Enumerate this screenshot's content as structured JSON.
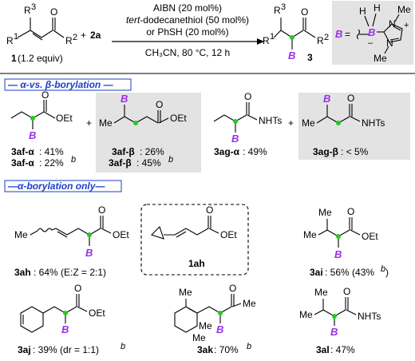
{
  "colors": {
    "boron": "#9b30e8",
    "radical_dot": "#22cc22",
    "section_header": "#1a3fc8",
    "highlight_box": "#e3e3e3"
  },
  "reaction": {
    "r3": "R",
    "r3_sup": "3",
    "r1": "R",
    "r1_sup": "1",
    "r2": "R",
    "r2_sup": "2",
    "plus": "+",
    "reagent": "2a",
    "compound_num": "1",
    "equiv": "(1.2 equiv)",
    "cond1": "AIBN (20 mol%)",
    "cond2_italic": "tert",
    "cond2_rest": "-dodecanethiol (50 mol%)",
    "cond3": "or PhSH (20 mol%)",
    "cond4": "CH₃CN, 80 °C, 12 h",
    "product_num": "3",
    "b_label": "B",
    "b_def": "B",
    "equals": "=",
    "nhc_h1": "H",
    "nhc_h2": "H",
    "nhc_bh": "B",
    "nhc_minus": "–",
    "nhc_me1": "Me",
    "nhc_me2": "Me",
    "nhc_n1": "N",
    "nhc_n2": "N",
    "nhc_plus": "+"
  },
  "sections": {
    "alpha_vs_beta": "— α-vs. β-borylation —",
    "alpha_only": "—α-borylation only—"
  },
  "compounds": {
    "af_alpha_1": "3af-α",
    "af_alpha_1_val": ": 41%",
    "af_alpha_2": "3af-α",
    "af_alpha_2_val": ": 22%",
    "af_beta_1": "3af-β",
    "af_beta_1_val": ": 26%",
    "af_beta_2": "3af-β",
    "af_beta_2_val": ": 45%",
    "ag_alpha": "3ag-α",
    "ag_alpha_val": ": 49%",
    "ag_beta": "3ag-β",
    "ag_beta_val": ": < 5%",
    "ah": "3ah",
    "ah_val": ": 64% (E:Z = 2:1)",
    "one_ah": "1ah",
    "ai": "3ai",
    "ai_val": ": 56% (43%",
    "aj": "3aj",
    "aj_val": ": 39% (dr = 1:1)",
    "ak": "3ak",
    "ak_val": ": 70%",
    "al": "3al",
    "al_val": ": 47%",
    "sup_b": "b",
    "close_paren": ")"
  },
  "groups": {
    "oet": "OEt",
    "nhts": "NHTs",
    "me": "Me",
    "o": "O",
    "plus": "+"
  }
}
